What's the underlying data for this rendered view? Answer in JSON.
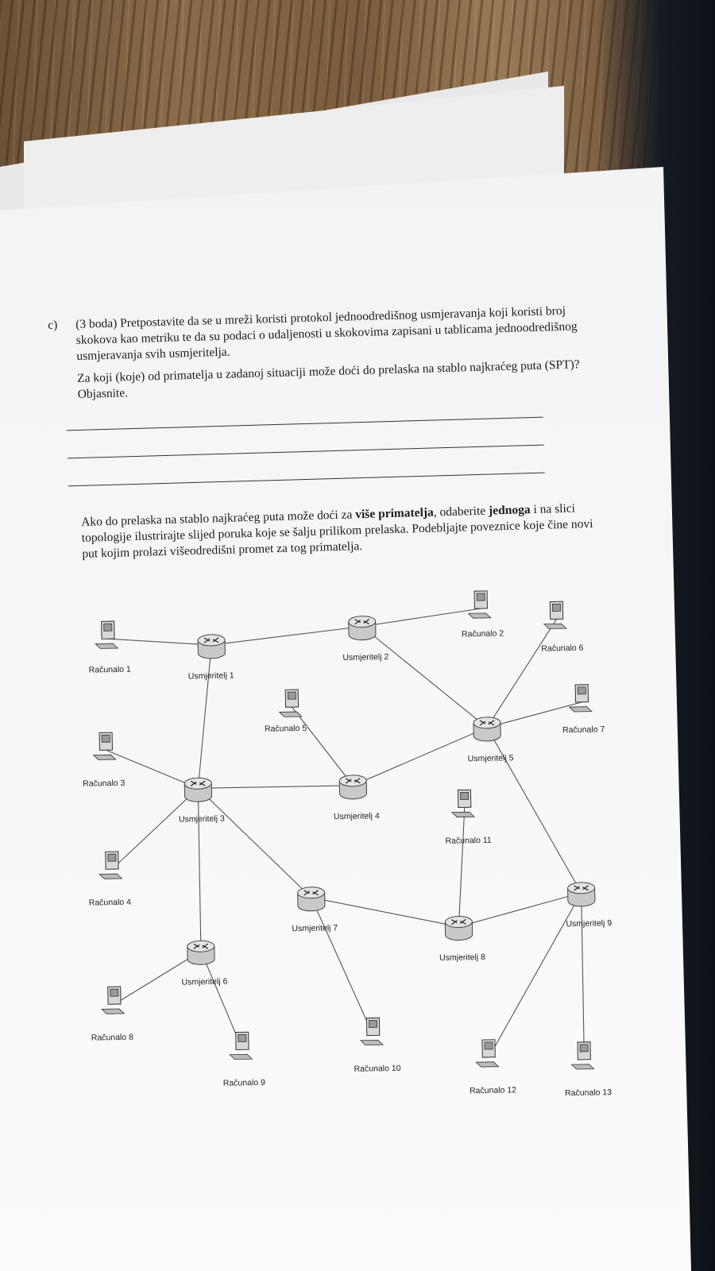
{
  "question": {
    "label": "c)",
    "points": "(3 boda)",
    "intro": "Pretpostavite da se u mreži koristi protokol jednoodredišnog usmjeravanja koji koristi broj skokova kao metriku te da su podaci o udaljenosti u skokovima zapisani u tablicama jednoodredišnog usmjeravanja svih usmjeritelja.",
    "ask": "Za koji (koje) od primatelja u zadanoj situaciji može doći do prelaska na stablo najkraćeg puta (SPT)? Objasnite.",
    "follow_before_bold1": "Ako do prelaska na stablo najkraćeg puta može doći za ",
    "follow_bold1": "više primatelja",
    "follow_between": ", odaberite ",
    "follow_bold2": "jednoga",
    "follow_after": " i na slici topologije ilustrirajte slijed poruka koje se šalju prilikom prelaska. Podebljajte poveznice koje čine novi put kojim prolazi višeodredišni promet za tog primatelja."
  },
  "diagram": {
    "routers": [
      "Usmjeritelj 1",
      "Usmjeritelj 2",
      "Usmjeritelj 3",
      "Usmjeritelj 4",
      "Usmjeritelj 5",
      "Usmjeritelj 6",
      "Usmjeritelj 7",
      "Usmjeritelj 8",
      "Usmjeritelj 9"
    ],
    "computers": [
      "Računalo 1",
      "Računalo 2",
      "Računalo 3",
      "Računalo 4",
      "Računalo 5",
      "Računalo 6",
      "Računalo 7",
      "Računalo 8",
      "Računalo 9",
      "Računalo 10",
      "Računalo 11",
      "Računalo 12",
      "Računalo 13"
    ],
    "links": [
      [
        "Računalo 1",
        "Usmjeritelj 1"
      ],
      [
        "Usmjeritelj 1",
        "Usmjeritelj 2"
      ],
      [
        "Usmjeritelj 2",
        "Računalo 2"
      ],
      [
        "Usmjeritelj 2",
        "Usmjeritelj 5"
      ],
      [
        "Usmjeritelj 1",
        "Usmjeritelj 3"
      ],
      [
        "Računalo 3",
        "Usmjeritelj 3"
      ],
      [
        "Računalo 4",
        "Usmjeritelj 3"
      ],
      [
        "Usmjeritelj 3",
        "Usmjeritelj 4"
      ],
      [
        "Računalo 5",
        "Usmjeritelj 4"
      ],
      [
        "Usmjeritelj 4",
        "Usmjeritelj 5"
      ],
      [
        "Usmjeritelj 5",
        "Računalo 6"
      ],
      [
        "Usmjeritelj 5",
        "Računalo 7"
      ],
      [
        "Usmjeritelj 5",
        "Usmjeritelj 9"
      ],
      [
        "Usmjeritelj 3",
        "Usmjeritelj 6"
      ],
      [
        "Usmjeritelj 3",
        "Usmjeritelj 7"
      ],
      [
        "Usmjeritelj 6",
        "Računalo 8"
      ],
      [
        "Usmjeritelj 6",
        "Računalo 9"
      ],
      [
        "Usmjeritelj 7",
        "Računalo 10"
      ],
      [
        "Usmjeritelj 7",
        "Usmjeritelj 8"
      ],
      [
        "Usmjeritelj 8",
        "Računalo 11"
      ],
      [
        "Usmjeritelj 8",
        "Usmjeritelj 9"
      ],
      [
        "Usmjeritelj 9",
        "Računalo 12"
      ],
      [
        "Usmjeritelj 9",
        "Računalo 13"
      ]
    ]
  }
}
